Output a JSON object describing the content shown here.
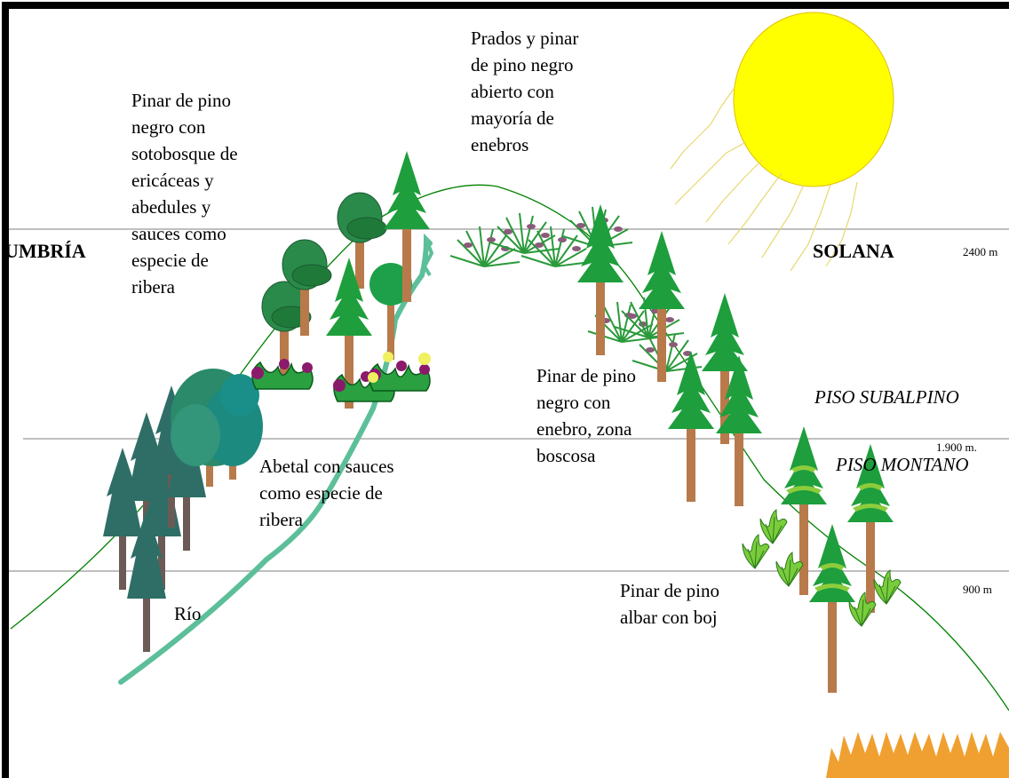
{
  "sides": {
    "north": "UMBRÍA",
    "south": "SOLANA"
  },
  "altitudes": {
    "high": "2400 m",
    "mid": "1.900 m.",
    "low": "900 m"
  },
  "zones": {
    "subalpine": "PISO SUBALPINO",
    "montane": "PISO MONTANO"
  },
  "labels": {
    "pinar_ericaceas": "Pinar de pino\nnegro con\nsotobosque de\nericáceas y\nabedules y\nsauces como\nespecie de\nribera",
    "prados": "Prados y pinar\nde pino negro\nabierto con\nmayoría de\nenebros",
    "abetal": "Abetal con sauces\ncomo especie de\nribera",
    "pinar_enebro": "Pinar de pino\nnegro con\nenebro, zona\nboscosa",
    "pinar_albar": "Pinar de pino\nalbar con boj",
    "rio": "Río"
  },
  "colors": {
    "border": "#000000",
    "sun": "#ffff00",
    "sun_rays": "#e8d870",
    "river": "#5cbf9a",
    "profile": "#008000",
    "fir": "#2e6e66",
    "pine": "#1e9e3c",
    "broadleaf": "#2a8a4a",
    "trunk": "#b87a4b",
    "berry": "#8b1a6b",
    "shrub": "#7acc3c",
    "orange_shrub": "#f0a030"
  }
}
